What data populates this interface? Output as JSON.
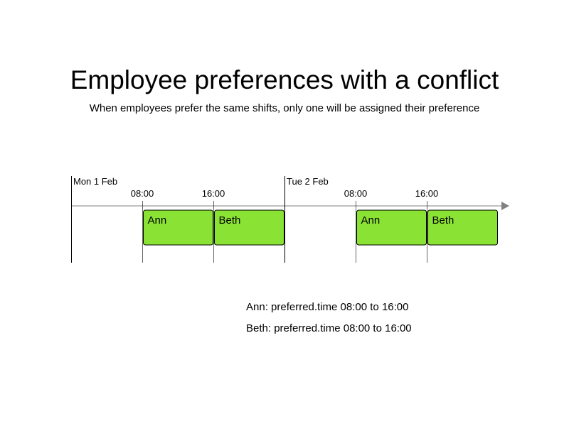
{
  "title": "Employee preferences with a conflict",
  "subtitle": "When employees prefer the same shifts, only one will be assigned their preference",
  "timeline": {
    "days": [
      {
        "label": "Mon 1 Feb",
        "ticks": [
          "08:00",
          "16:00"
        ],
        "shifts": [
          {
            "employee": "Ann",
            "start": "08:00",
            "end": "16:00"
          },
          {
            "employee": "Beth",
            "start": "16:00",
            "end": "24:00"
          }
        ]
      },
      {
        "label": "Tue 2 Feb",
        "ticks": [
          "08:00",
          "16:00"
        ],
        "shifts": [
          {
            "employee": "Ann",
            "start": "08:00",
            "end": "16:00"
          },
          {
            "employee": "Beth",
            "start": "16:00",
            "end": "24:00"
          }
        ]
      }
    ],
    "colors": {
      "shift_fill": "#8ae234",
      "shift_border": "#000000",
      "axis": "#808080",
      "grid": "#000000"
    }
  },
  "notes": [
    "Ann: preferred.time 08:00 to 16:00",
    "Beth: preferred.time 08:00 to 16:00"
  ]
}
